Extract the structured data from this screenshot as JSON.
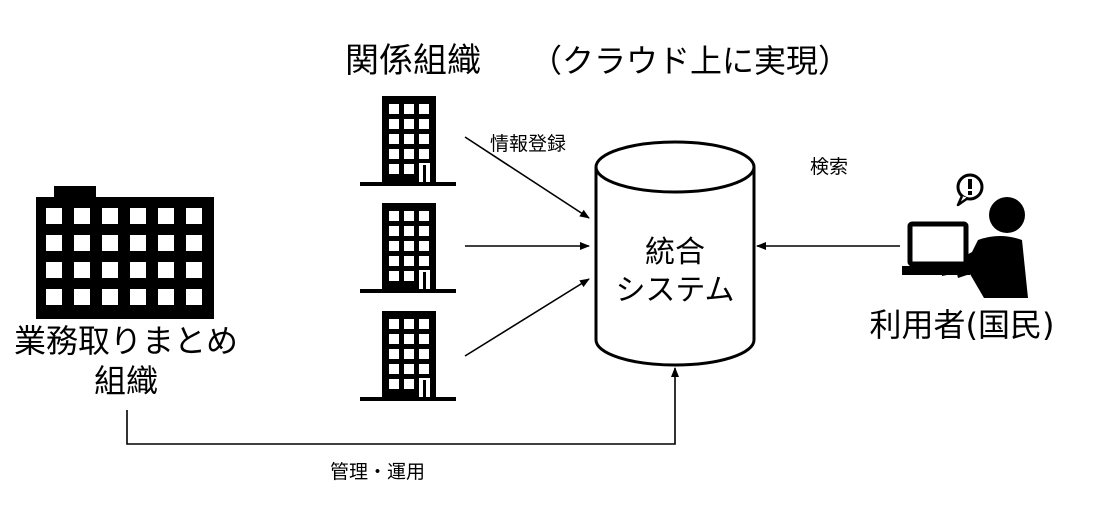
{
  "header": {
    "related_orgs": "関係組織",
    "cloud_note": "（クラウド上に実現）"
  },
  "organization": {
    "label_line1": "業務取りまとめ",
    "label_line2": "組織"
  },
  "flows": {
    "register": "情報登録",
    "search": "検索",
    "manage": "管理・運用"
  },
  "system": {
    "line1": "統合",
    "line2": "システム"
  },
  "user": {
    "label": "利用者(国民)"
  },
  "colors": {
    "ink": "#000000",
    "background": "#ffffff"
  },
  "icons": {
    "organization": "large-office-building-icon",
    "related_org": "office-building-icon",
    "system": "database-cylinder-icon",
    "user": "person-at-laptop-icon",
    "alert": "exclamation-bubble-icon"
  }
}
